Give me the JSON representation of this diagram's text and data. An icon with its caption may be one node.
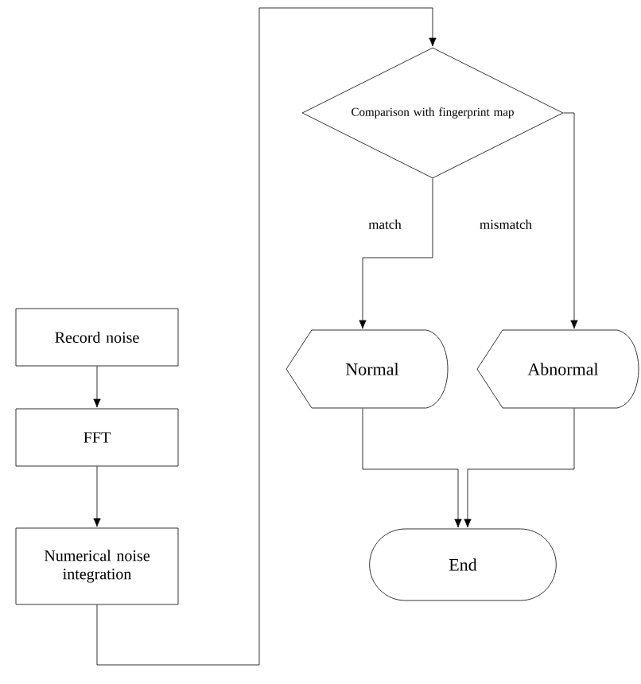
{
  "diagram": {
    "nodes": [
      {
        "text": [
          "Record noise"
        ]
      },
      {
        "text": [
          "FFT"
        ]
      },
      {
        "text": [
          "Numerical noise integration"
        ]
      },
      {
        "text": [
          "Comparison with fingerprint map"
        ]
      },
      {
        "text": [
          "Normal"
        ]
      },
      {
        "text": [
          "Abnormal"
        ]
      },
      {
        "text": [
          "End"
        ]
      }
    ],
    "edges": [
      {
        "from": 0,
        "to": 1,
        "arrow": "to"
      },
      {
        "from": 1,
        "to": 2,
        "arrow": "to"
      },
      {
        "from": 2,
        "to": 3,
        "arrow": "to"
      },
      {
        "from": 3,
        "to": 4,
        "arrow": "to",
        "label": "match"
      },
      {
        "from": 3,
        "to": 5,
        "arrow": "to",
        "label": "mismatch"
      },
      {
        "from": 4,
        "to": 6,
        "arrow": "to"
      },
      {
        "from": 5,
        "to": 6,
        "arrow": "to"
      }
    ]
  }
}
